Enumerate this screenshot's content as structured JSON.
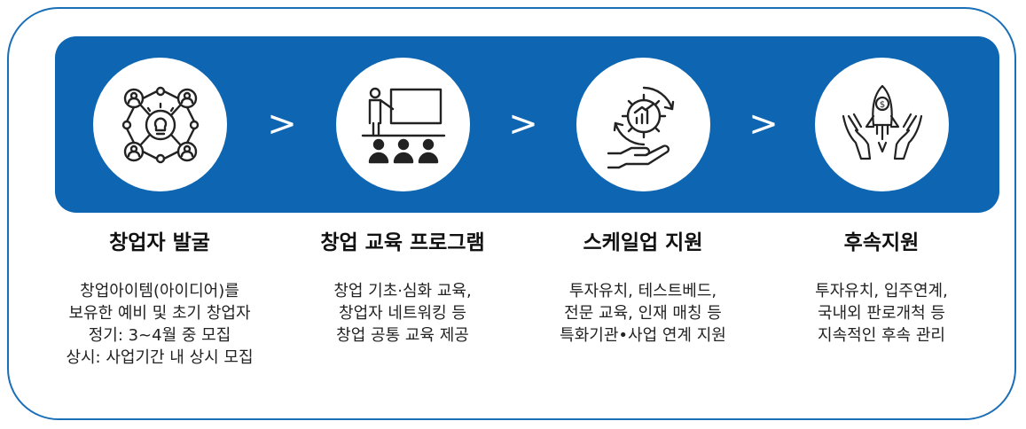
{
  "colors": {
    "accent": "#1a6fb8",
    "band": "#0e66b3",
    "icon": "#222222",
    "text": "#111111"
  },
  "arrow_glyph": ">",
  "steps": [
    {
      "icon": "network-lightbulb-icon",
      "title": "창업자 발굴",
      "lines": [
        "창업아이템(아이디어)를",
        "보유한 예비 및 초기 창업자",
        "정기: 3~4월 중 모집",
        "상시: 사업기간 내 상시 모집"
      ]
    },
    {
      "icon": "presentation-teacher-icon",
      "title": "창업 교육 프로그램",
      "lines": [
        "창업 기초·심화 교육,",
        "창업자 네트워킹  등",
        "창업 공통 교육 제공"
      ]
    },
    {
      "icon": "gear-growth-hand-icon",
      "title": "스케일업 지원",
      "lines": [
        "투자유치, 테스트베드,",
        "전문 교육, 인재 매칭 등",
        "특화기관•사업 연계 지원"
      ]
    },
    {
      "icon": "rocket-hands-icon",
      "title": "후속지원",
      "lines": [
        "투자유치, 입주연계,",
        "국내외 판로개척 등",
        "지속적인 후속 관리"
      ]
    }
  ]
}
